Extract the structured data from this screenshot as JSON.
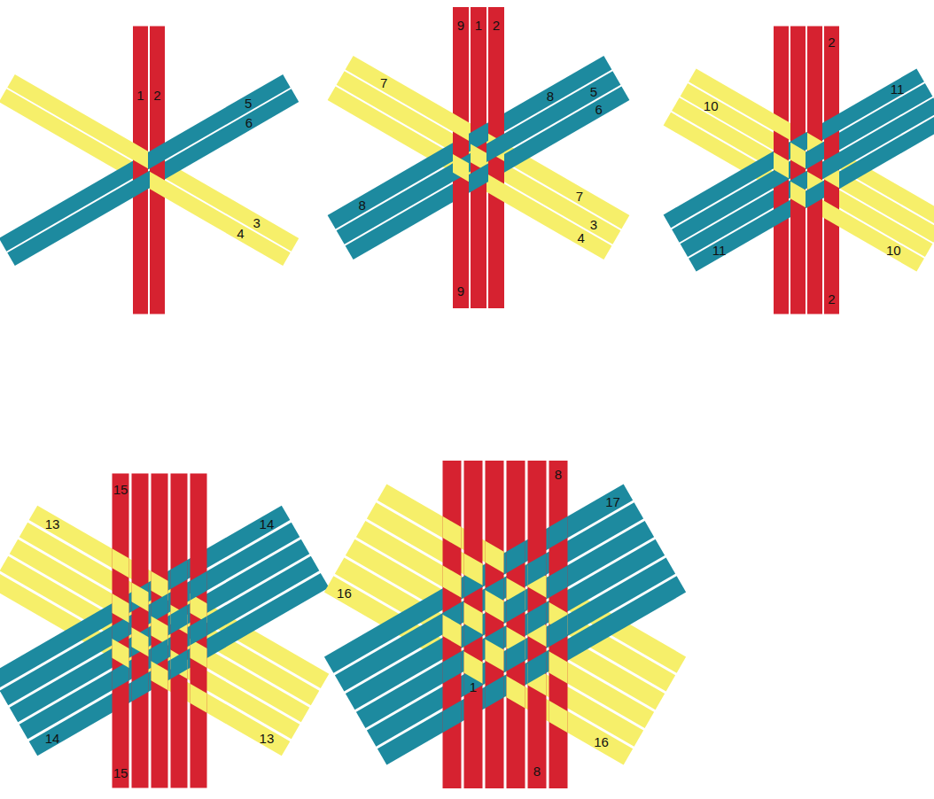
{
  "diagram": {
    "labels": [
      "1",
      "2",
      "5",
      "6",
      "3",
      "4",
      "9",
      "1",
      "2",
      "7",
      "8",
      "5",
      "6",
      "7",
      "8",
      "3",
      "4",
      "9",
      "2",
      "11",
      "10",
      "10",
      "11",
      "2",
      "15",
      "13",
      "14",
      "13",
      "14",
      "15",
      "8",
      "16",
      "17",
      "1",
      "16",
      "8"
    ]
  }
}
